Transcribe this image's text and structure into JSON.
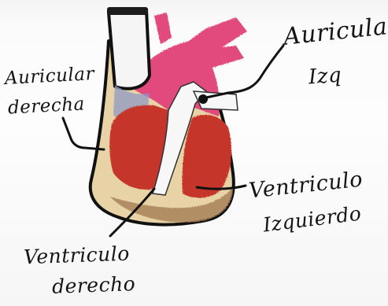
{
  "labels": {
    "auricula_derecha": [
      "Auricular",
      "derecha"
    ],
    "auricula_izquierda": [
      "Auricula",
      "Izq"
    ],
    "ventriculo_izquierdo": [
      "Ventriculo",
      "Izquierdo"
    ],
    "ventriculo_derecho": [
      "Ventriculo",
      "derecho"
    ]
  },
  "colors": {
    "pink_vessels": "#e2487c",
    "red_ventricles": "#c5342a",
    "cream_tissue": "#e8d3a7",
    "tan_base": "#a9825a",
    "outline": "#111111",
    "blue_shade": "#8f9ac4"
  }
}
